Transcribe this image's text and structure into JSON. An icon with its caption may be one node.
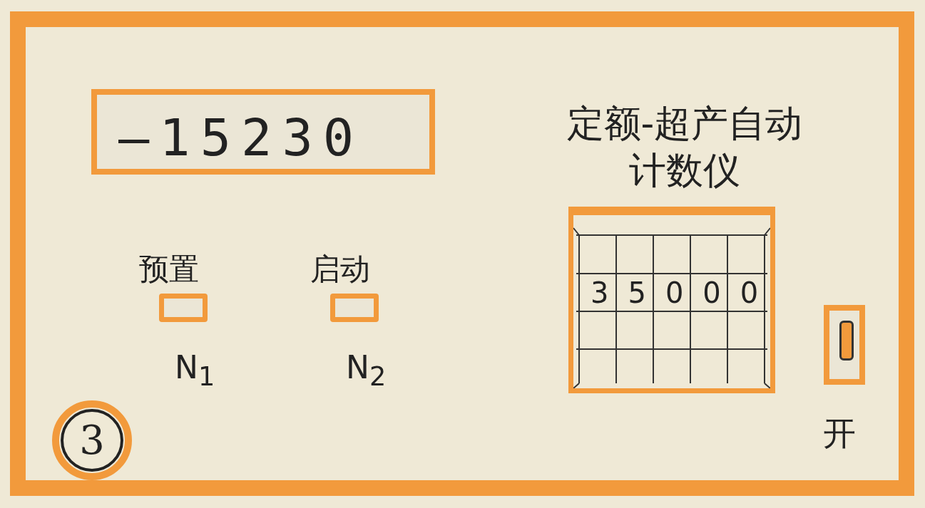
{
  "diagram": {
    "title": "定额-超产自动计数仪",
    "nodes": [
      {
        "text": [
          "—15230"
        ]
      },
      {
        "text": [
          "预置"
        ],
        "beside": [
          "N$_{1}$"
        ]
      },
      {
        "text": [
          "启动"
        ],
        "beside": [
          "N$_{2}$"
        ]
      },
      {
        "text": [
          "35000"
        ]
      },
      {
        "text": [
          "开"
        ]
      },
      {
        "text": [
          "3"
        ]
      }
    ],
    "edges": []
  }
}
